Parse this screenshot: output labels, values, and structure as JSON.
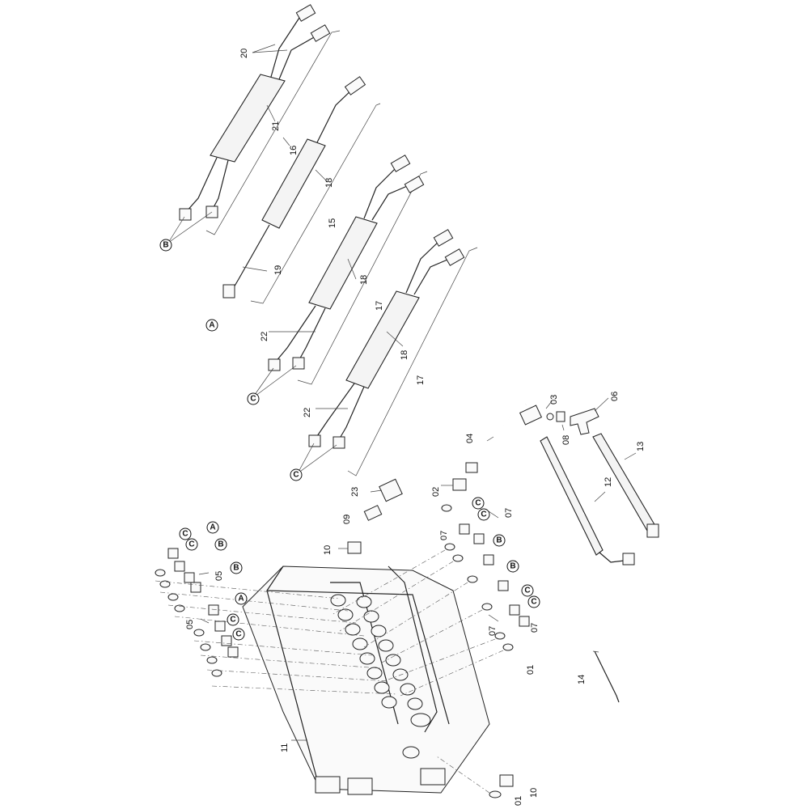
{
  "labels": {
    "n01": "01",
    "n02": "02",
    "n03": "03",
    "n04": "04",
    "n05": "05",
    "n06": "06",
    "n07": "07",
    "n08": "08",
    "n09": "09",
    "n10": "10",
    "n11": "11",
    "n12": "12",
    "n13": "13",
    "n14": "14",
    "n15": "15",
    "n16": "16",
    "n17": "17",
    "n18": "18",
    "n19": "19",
    "n20": "20",
    "n21": "21",
    "n22": "22",
    "n23": "23"
  },
  "callouts": {
    "a": "A",
    "b": "B",
    "c": "C"
  }
}
